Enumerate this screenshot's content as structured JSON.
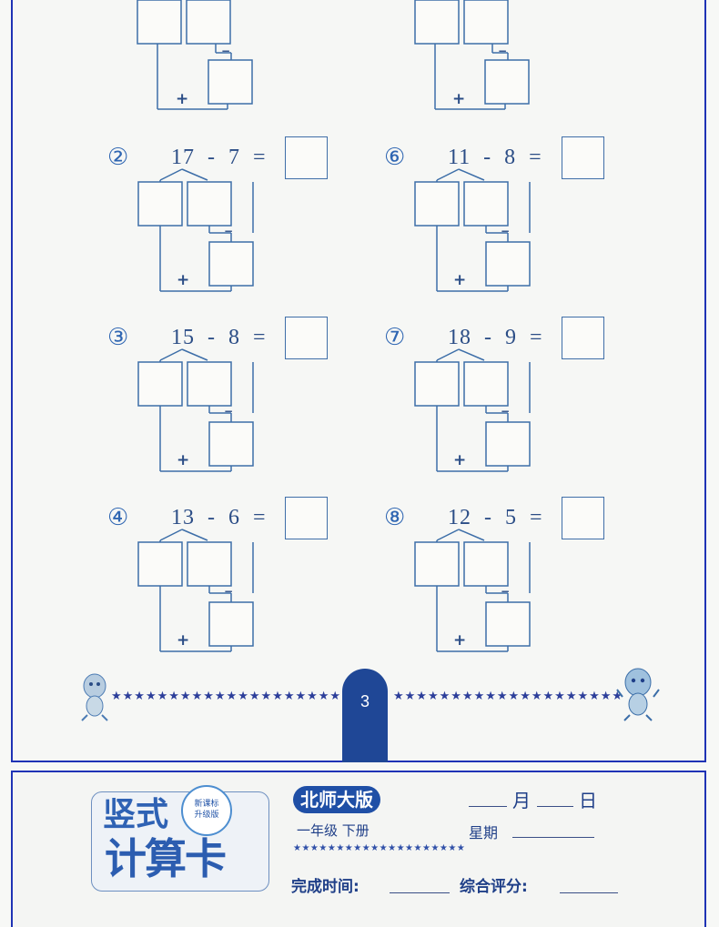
{
  "problems": [
    {
      "label": "②",
      "a": "17",
      "op": "-",
      "b": "7",
      "eq": "="
    },
    {
      "label": "③",
      "a": "15",
      "op": "-",
      "b": "8",
      "eq": "="
    },
    {
      "label": "④",
      "a": "13",
      "op": "-",
      "b": "6",
      "eq": "="
    },
    {
      "label": "⑥",
      "a": "11",
      "op": "-",
      "b": "8",
      "eq": "="
    },
    {
      "label": "⑦",
      "a": "18",
      "op": "-",
      "b": "9",
      "eq": "="
    },
    {
      "label": "⑧",
      "a": "12",
      "op": "-",
      "b": "5",
      "eq": "="
    }
  ],
  "diagram_ops": {
    "minus": "−",
    "plus": "+"
  },
  "page_number": "3",
  "star_row": "★★★★★★★★★★★★★★★★★★★★",
  "card": {
    "logo_line1": "竖式",
    "logo_line2": "计算卡",
    "badge_line1": "新课标",
    "badge_line2": "升级版",
    "edition": "北师大版",
    "grade": "一年级 下册",
    "month": "月",
    "day": "日",
    "weekday": "星期",
    "completion_time": "完成时间:",
    "overall_score": "综合评分:"
  },
  "colors": {
    "border": "#1f33b5",
    "ink": "#2e4f86",
    "tab": "#1f4796"
  }
}
